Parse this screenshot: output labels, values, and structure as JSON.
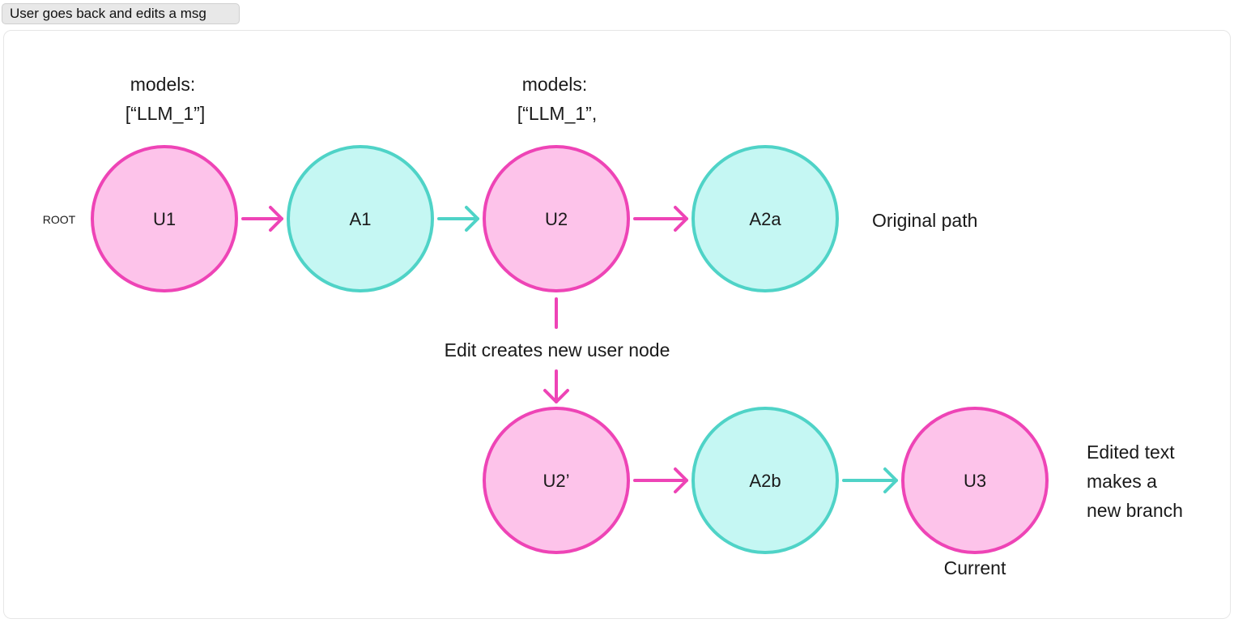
{
  "header": {
    "title": "User goes back and edits a msg"
  },
  "colors": {
    "user_fill": "#fdc3ea",
    "user_stroke": "#ee44b6",
    "assistant_fill": "#c5f7f3",
    "assistant_stroke": "#4fd3c7",
    "text": "#1a1a1a"
  },
  "labels": {
    "root": "ROOT",
    "u1_models_line1": "models:",
    "u1_models_line2": "[“LLM_1”]",
    "u2_models_line1": "models:",
    "u2_models_line2": "[“LLM_1”,",
    "original_path": "Original path",
    "edit_note": "Edit creates new user node",
    "branch_line1": "Edited text",
    "branch_line2": "makes a",
    "branch_line3": "new branch",
    "current": "Current"
  },
  "nodes": [
    {
      "id": "U1",
      "label": "U1",
      "role": "user"
    },
    {
      "id": "A1",
      "label": "A1",
      "role": "assistant"
    },
    {
      "id": "U2",
      "label": "U2",
      "role": "user"
    },
    {
      "id": "A2a",
      "label": "A2a",
      "role": "assistant"
    },
    {
      "id": "U2p",
      "label": "U2’",
      "role": "user"
    },
    {
      "id": "A2b",
      "label": "A2b",
      "role": "assistant"
    },
    {
      "id": "U3",
      "label": "U3",
      "role": "user"
    }
  ],
  "edges": [
    {
      "from": "U1",
      "to": "A1",
      "role": "user"
    },
    {
      "from": "A1",
      "to": "U2",
      "role": "assistant"
    },
    {
      "from": "U2",
      "to": "A2a",
      "role": "user"
    },
    {
      "from": "U2",
      "to": "U2p",
      "role": "user"
    },
    {
      "from": "U2p",
      "to": "A2b",
      "role": "user"
    },
    {
      "from": "A2b",
      "to": "U3",
      "role": "assistant"
    }
  ]
}
